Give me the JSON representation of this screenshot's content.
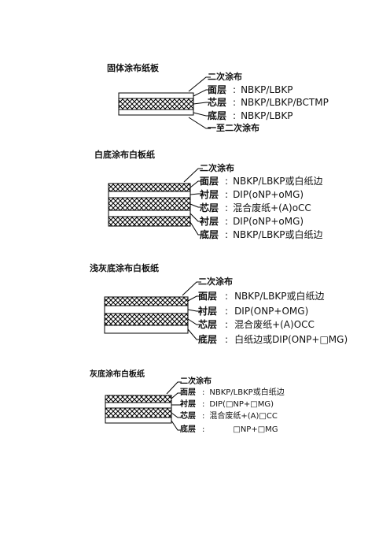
{
  "board1": {
    "title": "固体涂布纸板",
    "coating_top": "二次涂布",
    "layers": [
      {
        "name": "面层",
        "value": "NBKP/LBKP"
      },
      {
        "name": "芯层",
        "value": "NBKP/LBKP/BCTMP"
      },
      {
        "name": "底层",
        "value": "NBKP/LBKP"
      }
    ],
    "coating_bottom": "一至二次涂布"
  },
  "board2": {
    "title": "白底涂布白板纸",
    "coating_top": "二次涂布",
    "layers": [
      {
        "name": "面层",
        "value": "NBKP/LBKP或白纸边"
      },
      {
        "name": "衬层",
        "value": "DIP(oNP+oMG)"
      },
      {
        "name": "芯层",
        "value": "混合废纸+(A)oCC"
      },
      {
        "name": "衬层",
        "value": "DIP(oNP+oMG)"
      },
      {
        "name": "底层",
        "value": "NBKP/LBKP或白纸边"
      }
    ]
  },
  "board3": {
    "title": "浅灰底涂布白板纸",
    "coating_top": "二次涂布",
    "layers": [
      {
        "name": "面层",
        "value": "NBKP/LBKP或白纸边"
      },
      {
        "name": "衬层",
        "value": "DIP(ONP+OMG)"
      },
      {
        "name": "芯层",
        "value": "混合废纸+(A)OCC"
      },
      {
        "name": "底层",
        "value": "白纸边或DIP(ONP+□MG)"
      }
    ]
  },
  "board4": {
    "title": "灰底涂布白板纸",
    "coating_top": "二次涂布",
    "layers": [
      {
        "name": "面层",
        "value": "NBKP/LBKP或白纸边"
      },
      {
        "name": "衬层",
        "value": "DIP(□NP+□MG)"
      },
      {
        "name": "芯层",
        "value": "混合废纸+(A)□CC"
      },
      {
        "name": "底层",
        "value": "□NP+□MG"
      }
    ]
  },
  "separator": ":"
}
